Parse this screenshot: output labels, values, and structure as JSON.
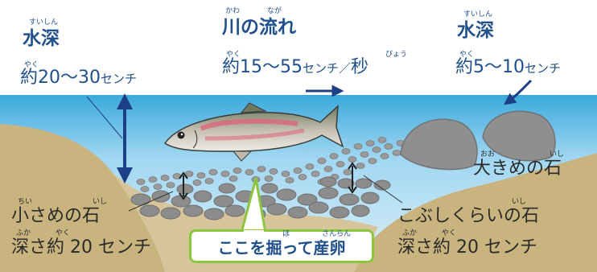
{
  "left": {
    "title": "水深",
    "title_ruby": "すいしん",
    "prefix": "約",
    "prefix_ruby": "やく",
    "range_num": "20～30",
    "range_unit": "センチ"
  },
  "center": {
    "title": "川の流れ",
    "ruby_kawa": "かわ",
    "ruby_naga": "なが",
    "prefix": "約",
    "prefix_ruby": "やく",
    "range_num": "15～55",
    "range_unit": "センチ／",
    "per": "秒",
    "per_ruby": "びょう"
  },
  "right": {
    "title": "水深",
    "title_ruby": "すいしん",
    "prefix": "約",
    "prefix_ruby": "やく",
    "range_num": "5～10",
    "range_unit": "センチ"
  },
  "big_stone": {
    "text": "大きめの石",
    "ruby_oo": "おお",
    "ruby_ishi": "いし"
  },
  "small_stone": {
    "line1": "小さめの石",
    "ruby_chii": "ちい",
    "ruby_ishi": "いし",
    "line2": "深さ約 20 センチ",
    "ruby_fuka": "ふか",
    "ruby_yaku": "やく"
  },
  "fist_stone": {
    "line1": "こぶしくらいの石",
    "ruby_ishi": "いし",
    "line2": "深さ約 20 センチ",
    "ruby_fuka": "ふか",
    "ruby_yaku": "やく"
  },
  "spawn": {
    "text": "ここを掘って産卵",
    "ruby_ho": "ほ",
    "ruby_sanran": "さんらん"
  },
  "colors": {
    "water_top": "#3ba9dc",
    "water_bottom": "#cfeaf7",
    "bank": "#c9b37f",
    "stone": "#8c8c8c",
    "label_blue": "#1f4f8c",
    "arrow_navy": "#1d3f86",
    "highlight_green": "#8cc63f"
  }
}
